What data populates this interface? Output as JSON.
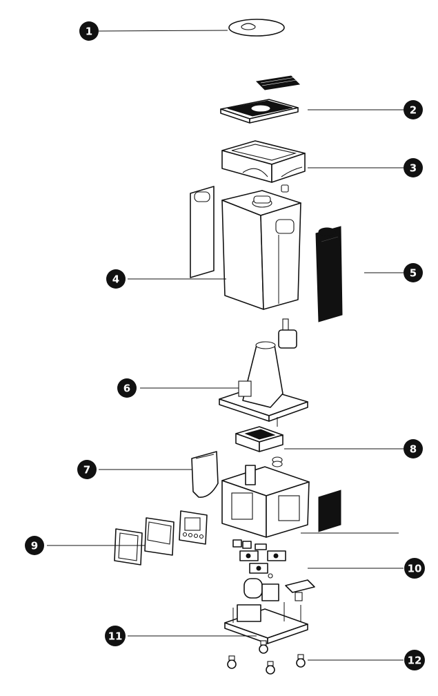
{
  "diagram": {
    "callouts": [
      {
        "id": "1",
        "label": "1"
      },
      {
        "id": "2",
        "label": "2"
      },
      {
        "id": "3",
        "label": "3"
      },
      {
        "id": "4",
        "label": "4"
      },
      {
        "id": "5",
        "label": "5"
      },
      {
        "id": "6",
        "label": "6"
      },
      {
        "id": "7",
        "label": "7"
      },
      {
        "id": "8",
        "label": "8"
      },
      {
        "id": "9",
        "label": "9"
      },
      {
        "id": "10",
        "label": "10"
      },
      {
        "id": "11",
        "label": "11"
      },
      {
        "id": "12",
        "label": "12"
      }
    ],
    "colors": {
      "ink": "#111111",
      "paper": "#ffffff"
    }
  }
}
